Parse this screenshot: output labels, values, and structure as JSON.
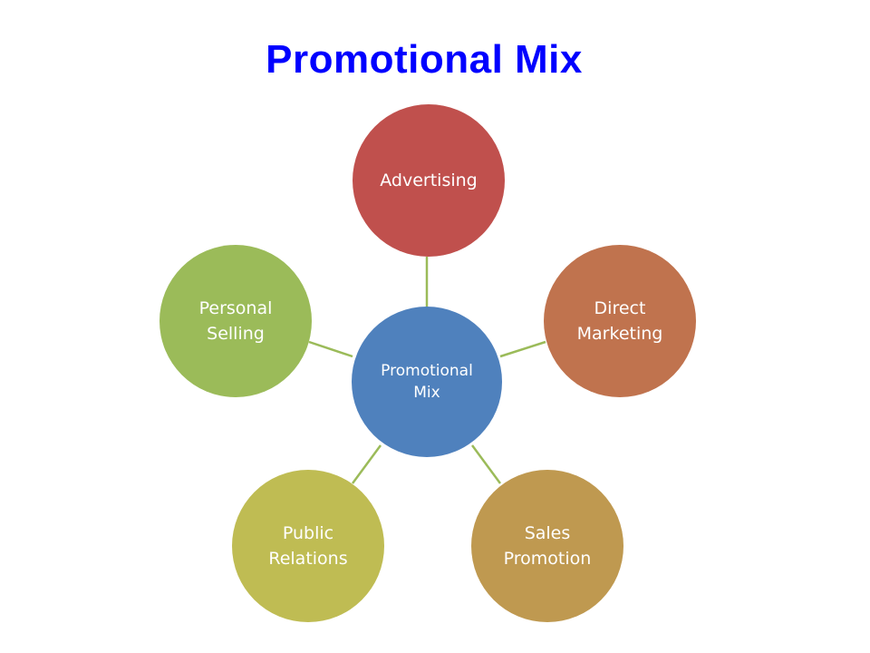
{
  "title": {
    "text": "Promotional Mix",
    "color": "#0000ff"
  },
  "diagram": {
    "connector_color": "#9bbb59",
    "center": {
      "label": "Promotional\nMix",
      "color": "#4f81bd"
    },
    "nodes": [
      {
        "label": "Advertising",
        "color": "#c0504d"
      },
      {
        "label": "Direct\nMarketing",
        "color": "#c0734e"
      },
      {
        "label": "Sales\nPromotion",
        "color": "#bf9950"
      },
      {
        "label": "Public\nRelations",
        "color": "#bfbc53"
      },
      {
        "label": "Personal\nSelling",
        "color": "#9bbb59"
      }
    ]
  }
}
